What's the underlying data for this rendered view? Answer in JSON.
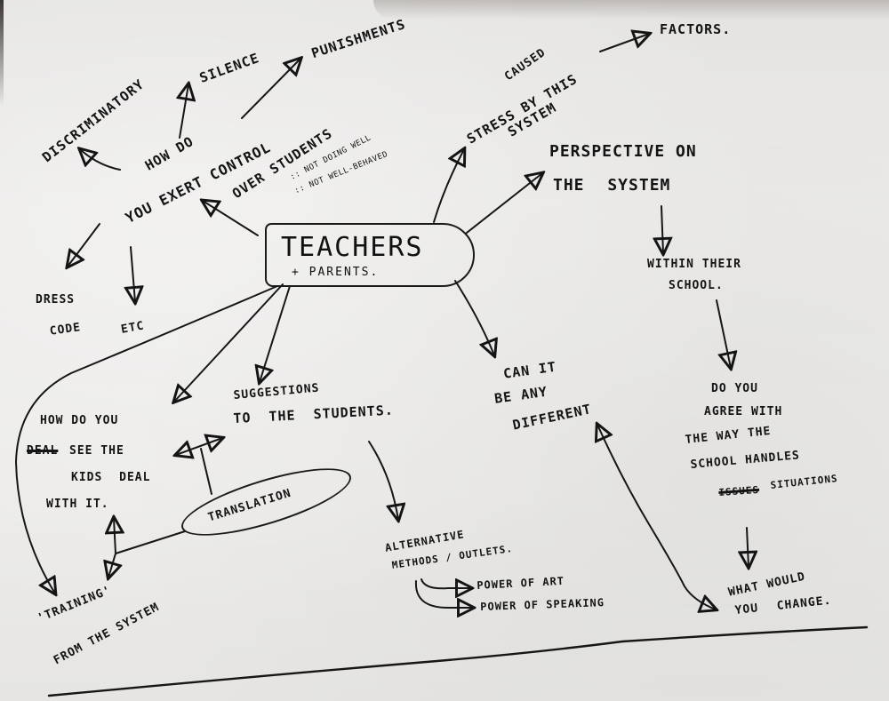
{
  "mind_map": {
    "central": {
      "title": "Teachers",
      "subtitle": "+ Parents."
    },
    "control_branch": {
      "question": [
        "How do",
        "you exert control",
        "over students"
      ],
      "notes": [
        ":: Not doing well",
        ":: Not well-behaved"
      ],
      "children": {
        "discriminatory": "Discriminatory",
        "silence": "Silence",
        "punishments": "Punishments",
        "dress_code": [
          "Dress",
          "code"
        ],
        "etc": "Etc"
      }
    },
    "stress_branch": {
      "label": [
        "caused",
        "stress by this",
        "system"
      ],
      "child": "Factors."
    },
    "perspective_branch": {
      "label": [
        "Perspective on",
        "the system"
      ],
      "within": [
        "Within their",
        "school."
      ],
      "agree": [
        "Do you",
        "agree with",
        "the way the",
        "school handles",
        "situations"
      ],
      "agree_struck_word": "issues",
      "change": [
        "What would",
        "you change."
      ]
    },
    "different_branch": {
      "label": [
        "Can it",
        "be any",
        "different"
      ]
    },
    "kids_branch": {
      "struck_word": "deal",
      "label": [
        "How do you",
        "see the",
        "kids deal",
        "with it."
      ],
      "training": [
        "'Training'",
        "from the system"
      ]
    },
    "suggestions_branch": {
      "label": [
        "Suggestions",
        "to the students."
      ],
      "translation": "Translation",
      "alternative": [
        "Alternative",
        "methods / outlets."
      ],
      "outlets": [
        "Power of art",
        "Power of speaking"
      ]
    }
  },
  "colors": {
    "ink": "#141414",
    "paper": "#eae9e7"
  }
}
